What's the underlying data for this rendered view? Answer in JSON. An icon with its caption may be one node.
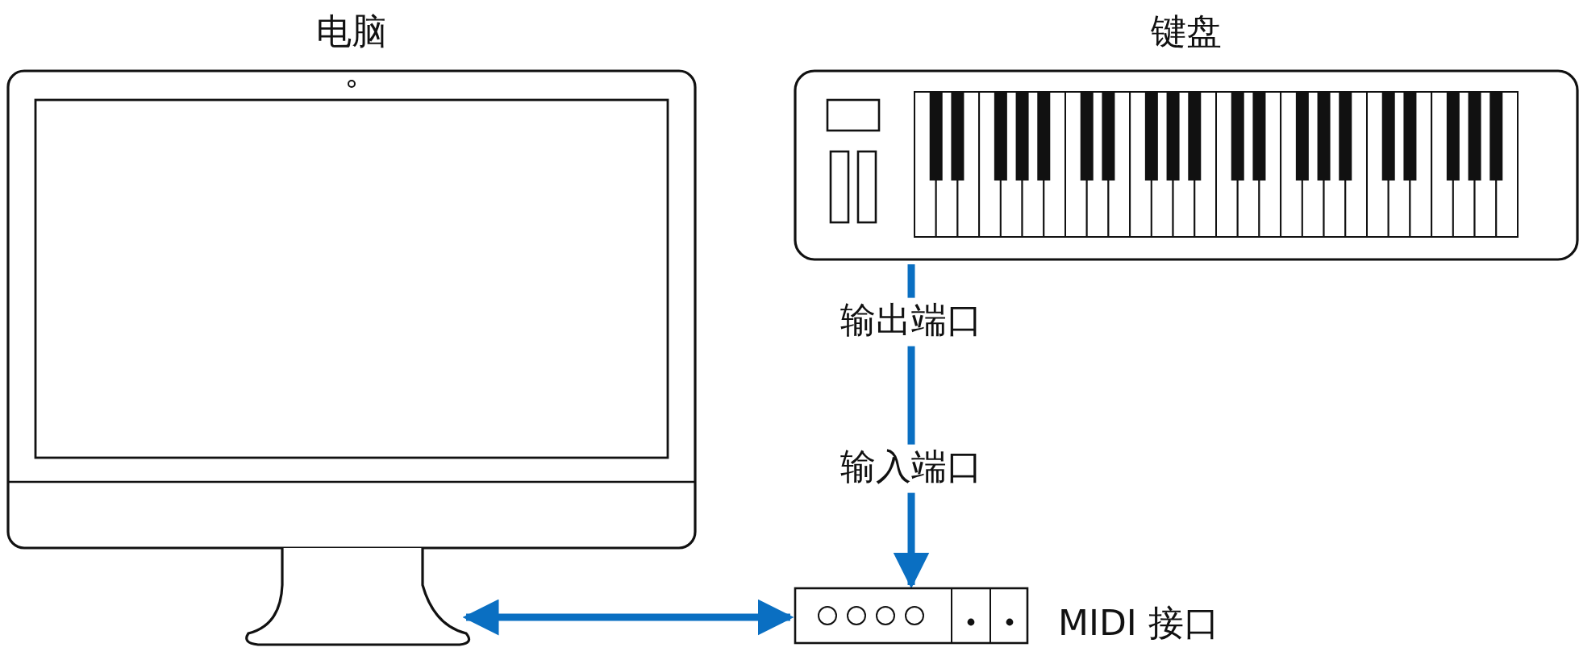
{
  "diagram": {
    "nodes": [
      {
        "text": [
          "电脑"
        ]
      },
      {
        "text": [
          "键盘"
        ]
      },
      {
        "text": [
          "MIDI 接口"
        ]
      }
    ],
    "edges": [
      {
        "from": 1,
        "to": 2,
        "arrow": "to",
        "label": "输出端口"
      },
      {
        "from": 2,
        "to": 0,
        "arrow": "both"
      }
    ],
    "labels": [
      "输入端口"
    ]
  }
}
